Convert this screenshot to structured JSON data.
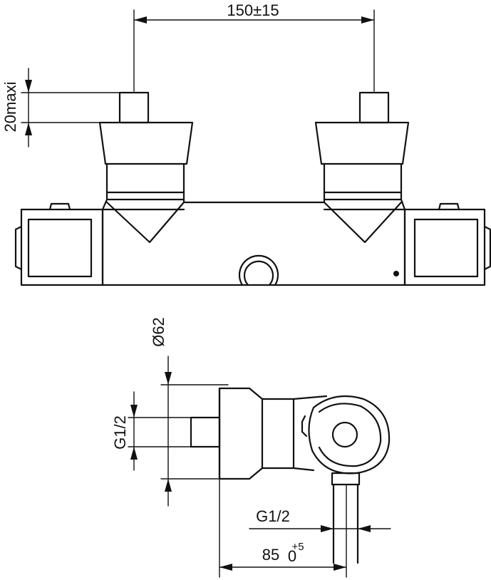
{
  "dimensions": {
    "center_distance": "150±15",
    "inlet_height": "20maxi",
    "body_diameter": "Ø62",
    "side_thread": "G1/2",
    "outlet_thread": "G1/2",
    "depth_value": "85",
    "depth_tol_upper": "+5",
    "depth_tol_lower": "0"
  },
  "colors": {
    "line": "#111111",
    "background": "#ffffff"
  }
}
